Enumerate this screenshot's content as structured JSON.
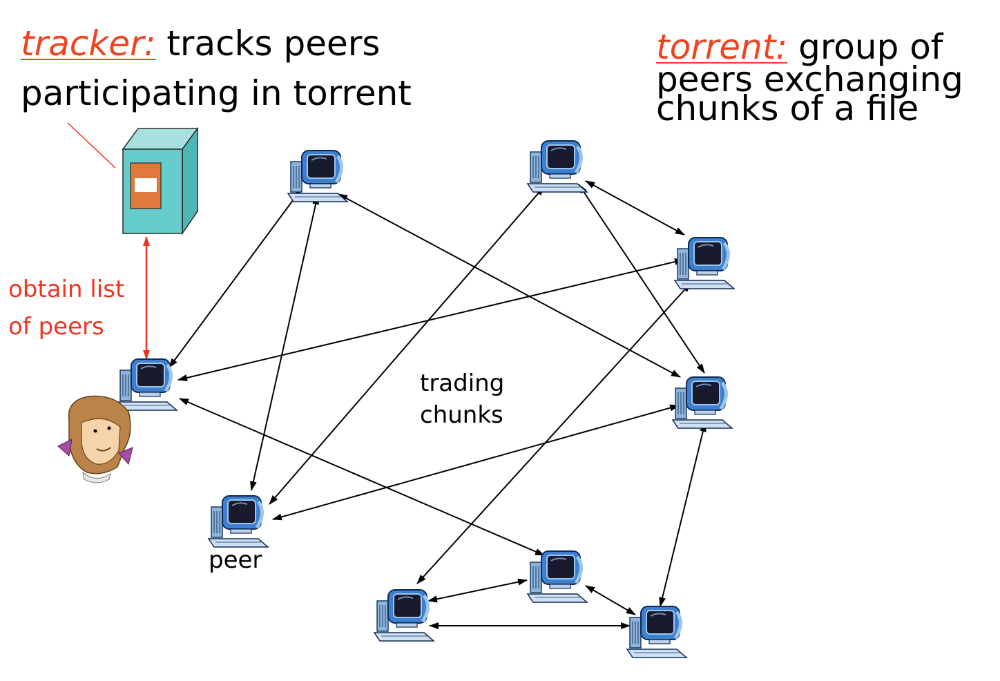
{
  "colors": {
    "accent": "#ee4422",
    "link": "#000000",
    "tracker_link": "#ee3322",
    "server_body": "#66cccc",
    "server_panel": "#e07a3c",
    "screen": "#1a1a2e",
    "monitor_frame": "#4a8ad4"
  },
  "tracker_def": {
    "term": "tracker:",
    "line1_rest": " tracks peers",
    "line2": "participating in torrent"
  },
  "torrent_def": {
    "term": "torrent:",
    "line1_rest": " group of",
    "line2": "peers exchanging",
    "line3": "chunks of a file"
  },
  "labels": {
    "obtain_line1": "obtain list",
    "obtain_line2": "of peers",
    "trading_line1": "trading",
    "trading_line2": "chunks",
    "peer": "peer"
  },
  "icons": {
    "server": "tracker-server-icon",
    "computer": "peer-computer-icon",
    "user": "user-face-icon"
  }
}
